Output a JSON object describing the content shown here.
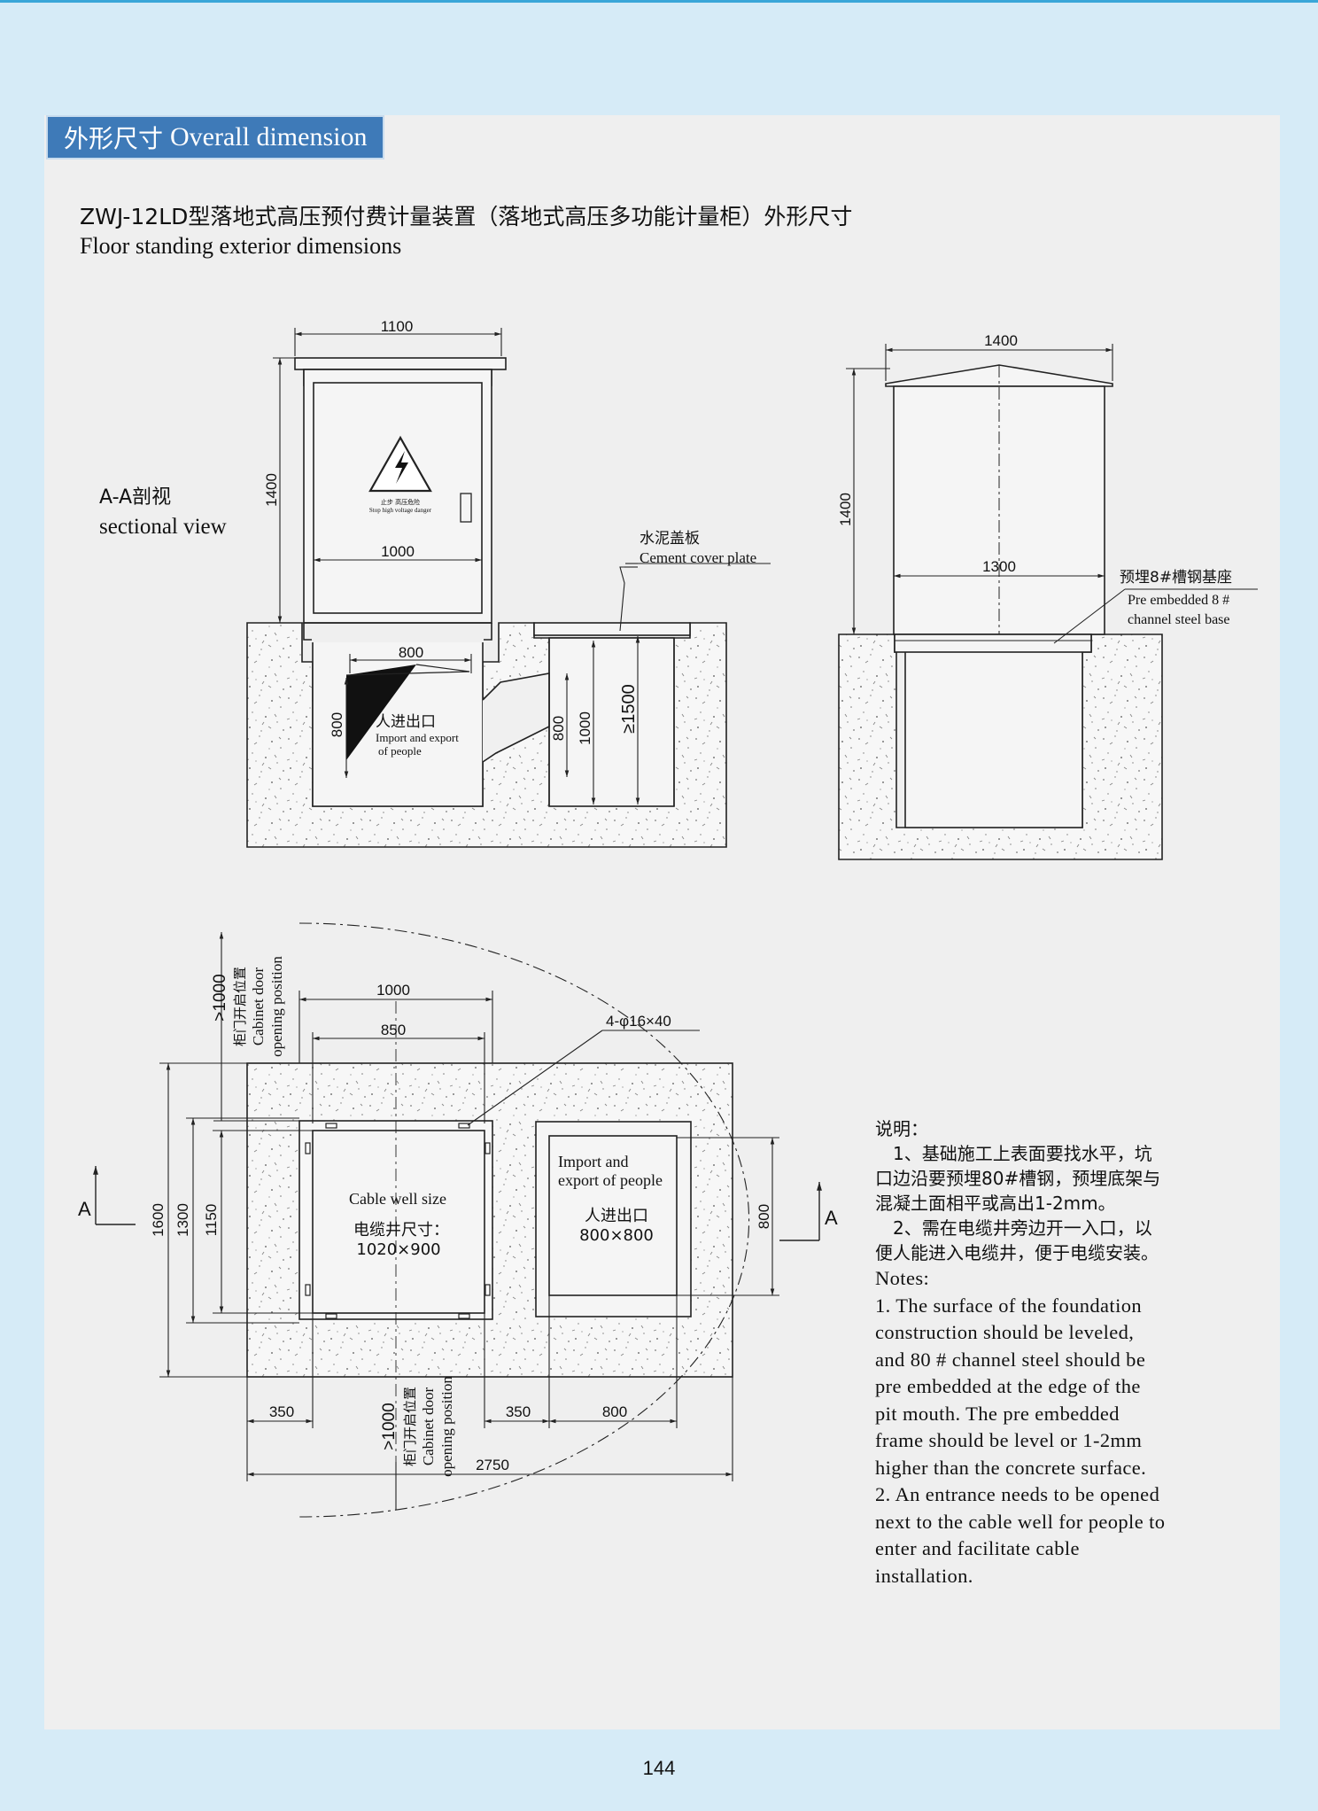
{
  "header": {
    "tab_zh": "外形尺寸",
    "tab_en": "Overall dimension"
  },
  "title": {
    "zh": "ZWJ-12LD型落地式高压预付费计量装置（落地式高压多功能计量柜）外形尺寸",
    "en": "Floor standing exterior dimensions"
  },
  "section_view": {
    "zh": "A-A剖视",
    "en": "sectional view",
    "dim_width_top": "1100",
    "dim_height_left": "1400",
    "dim_inner_width": "1000",
    "dim_pit_width": "800",
    "dim_pit_height": "800",
    "dim_right_800": "800",
    "dim_right_1000": "1000",
    "dim_right_1500": "≥1500",
    "warning_zh": "止步  高压危险",
    "warning_en": "Stop high voltage danger",
    "entry_zh": "人进出口",
    "entry_en_1": "Import and export",
    "entry_en_2": "of people",
    "cover_zh": "水泥盖板",
    "cover_en": "Cement cover plate"
  },
  "side_view": {
    "dim_width_top": "1400",
    "dim_height": "1400",
    "dim_inner": "1300",
    "base_zh": "预埋8#槽钢基座",
    "base_en_1": "Pre embedded 8 #",
    "base_en_2": "channel steel base"
  },
  "plan_view": {
    "door_dim": ">1000",
    "door_zh": "柜门开启位置",
    "door_en_1": "Cabinet door",
    "door_en_2": "opening position",
    "dim_1000": "1000",
    "dim_850": "850",
    "dim_hole": "4-φ16×40",
    "dim_1600": "1600",
    "dim_1300": "1300",
    "dim_1150": "1150",
    "dim_800_v": "800",
    "dim_350_a": "350",
    "dim_350_b": "350",
    "dim_800_h": "800",
    "dim_2750": "2750",
    "section_a_left": "A",
    "section_a_right": "A",
    "well_en": "Cable well size",
    "well_zh": "电缆井尺寸：",
    "well_size": "1020×900",
    "entry_en_1": "Import and",
    "entry_en_2": "export of people",
    "entry_zh": "人进出口",
    "entry_size": "800×800"
  },
  "notes": {
    "zh_title": "说明：",
    "zh_lines": [
      "　1、基础施工上表面要找水平，坑",
      "口边沿要预埋80#槽钢，预埋底架与",
      "混凝土面相平或高出1-2mm。",
      "　2、需在电缆井旁边开一入口，以",
      "便人能进入电缆井，便于电缆安装。"
    ],
    "en_title": "Notes:",
    "en_lines": [
      "1. The surface of the foundation",
      "construction should be leveled,",
      "and 80 # channel steel should be",
      "pre embedded at the edge of the",
      "pit mouth. The pre embedded",
      "frame should be level or 1-2mm",
      "higher than the concrete surface.",
      "2. An entrance needs to be opened",
      "next to the cable well for people to",
      "enter and facilitate cable",
      "installation."
    ]
  },
  "page_number": "144",
  "colors": {
    "background": "#d6ebf7",
    "panel": "#efefef",
    "header_tab": "#3e7ab8",
    "line": "#222222"
  }
}
